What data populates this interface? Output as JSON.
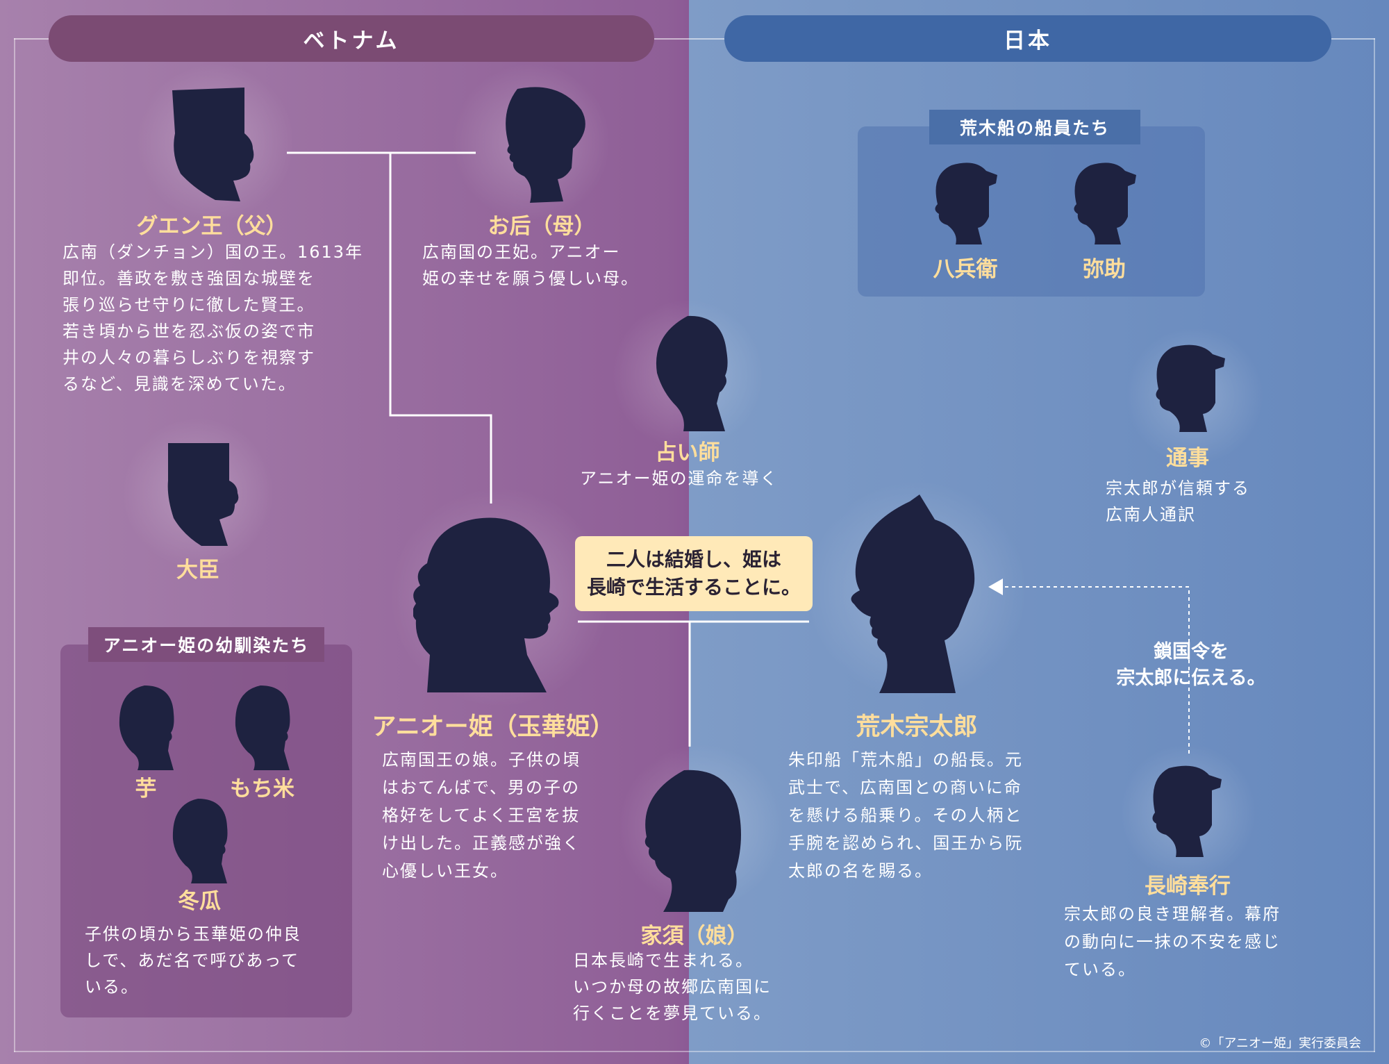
{
  "headers": {
    "vietnam": "ベトナム",
    "japan": "日本"
  },
  "crew_box": {
    "title": "荒木船の船員たち"
  },
  "friends_box": {
    "title": "アニオー姫の幼馴染たち"
  },
  "characters": {
    "king": {
      "name": "グエン王（父）",
      "desc": [
        "広南（ダンチョン）国の王。1613年",
        "即位。善政を敷き強固な城壁を",
        "張り巡らせ守りに徹した賢王。",
        "若き頃から世を忍ぶ仮の姿で市",
        "井の人々の暮らしぶりを視察す",
        "るなど、見識を深めていた。"
      ]
    },
    "queen": {
      "name": "お后（母）",
      "desc": [
        "広南国の王妃。アニオー",
        "姫の幸せを願う優しい母。"
      ]
    },
    "minister": {
      "name": "大臣"
    },
    "fortune_teller": {
      "name": "占い師",
      "desc": [
        "アニオー姫の運命を導く"
      ]
    },
    "yahei": {
      "name": "八兵衛"
    },
    "yasuke": {
      "name": "弥助"
    },
    "interpreter": {
      "name": "通事",
      "desc": [
        "宗太郎が信頼する",
        "広南人通訳"
      ]
    },
    "anio": {
      "name": "アニオー姫（玉華姫）",
      "desc": [
        "広南国王の娘。子供の頃",
        "はおてんばで、男の子の",
        "格好をしてよく王宮を抜",
        "け出した。正義感が強く",
        "心優しい王女。"
      ]
    },
    "sotaro": {
      "name": "荒木宗太郎",
      "desc": [
        "朱印船「荒木船」の船長。元",
        "武士で、広南国との商いに命",
        "を懸ける船乗り。その人柄と",
        "手腕を認められ、国王から阮",
        "太郎の名を賜る。"
      ]
    },
    "imo": {
      "name": "芋"
    },
    "mochigome": {
      "name": "もち米"
    },
    "tougan": {
      "name": "冬瓜",
      "desc": [
        "子供の頃から玉華姫の仲良",
        "しで、あだ名で呼びあって",
        "いる。"
      ]
    },
    "iesu": {
      "name": "家須（娘）",
      "desc": [
        "日本長崎で生まれる。",
        "いつか母の故郷広南国に",
        "行くことを夢見ている。"
      ]
    },
    "magistrate": {
      "name": "長崎奉行",
      "desc": [
        "宗太郎の良き理解者。幕府",
        "の動向に一抹の不安を感じ",
        "ている。"
      ]
    }
  },
  "marriage_note": [
    "二人は結婚し、姫は",
    "長崎で生活することに。"
  ],
  "sakoku_note": [
    "鎖国令を",
    "宗太郎に伝える。"
  ],
  "copyright": "©「アニオー姫」実行委員会",
  "colors": {
    "vietnam_header": "#7b4b73",
    "japan_header": "#3f67a5",
    "name_text": "#ffde9c",
    "callout_bg": "#ffe9b8",
    "silhouette": "#1e2240"
  }
}
